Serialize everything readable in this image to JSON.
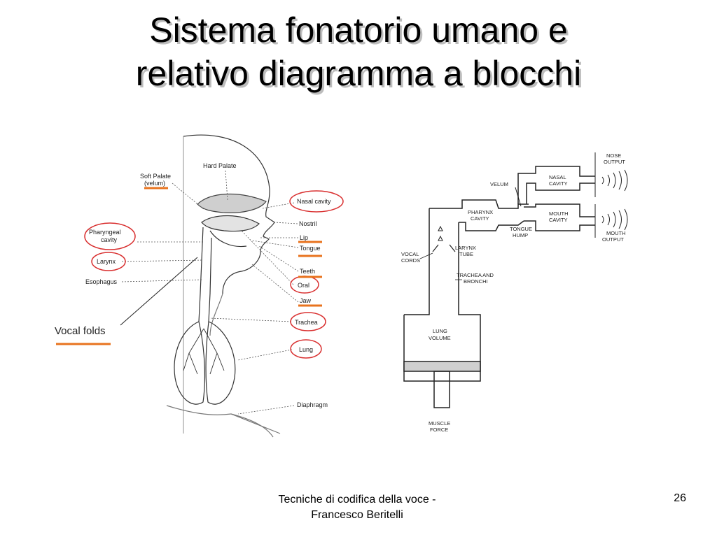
{
  "slide": {
    "title_line1": "Sistema fonatorio umano e",
    "title_line2": "relativo diagramma a blocchi"
  },
  "anatomy": {
    "soft_palate": "Soft Palate",
    "velum": "(velum)",
    "hard_palate": "Hard Palate",
    "nasal_cavity": "Nasal cavity",
    "nostril": "Nostril",
    "pharyngeal_1": "Pharyngeal",
    "pharyngeal_2": "cavity",
    "larynx": "Larynx",
    "esophagus": "Esophagus",
    "lip": "Lip",
    "tongue": "Tongue",
    "teeth": "Teeth",
    "oral": "Oral",
    "jaw": "Jaw",
    "trachea": "Trachea",
    "lung": "Lung",
    "diaphragm": "Diaphragm",
    "vocal_folds": "Vocal folds"
  },
  "block": {
    "nose_output_1": "NOSE",
    "nose_output_2": "OUTPUT",
    "nasal_cavity_1": "NASAL",
    "nasal_cavity_2": "CAVITY",
    "velum": "VELUM",
    "pharynx_1": "PHARYNX",
    "pharynx_2": "CAVITY",
    "mouth_1": "MOUTH",
    "mouth_2": "CAVITY",
    "mouth_output_1": "MOUTH",
    "mouth_output_2": "OUTPUT",
    "tongue_1": "TONGUE",
    "tongue_2": "HUMP",
    "vocal_1": "VOCAL",
    "vocal_2": "CORDS",
    "larynx_1": "LARYNX",
    "larynx_2": "TUBE",
    "trachea_1": "TRACHEA AND",
    "trachea_2": "BRONCHI",
    "lung_1": "LUNG",
    "lung_2": "VOLUME",
    "muscle_1": "MUSCLE",
    "muscle_2": "FORCE"
  },
  "footer": {
    "line1": "Tecniche di codifica della voce -",
    "line2": "Francesco Beritelli",
    "page": "26"
  },
  "colors": {
    "highlight_circle": "#d93030",
    "underline": "#e8731e"
  }
}
